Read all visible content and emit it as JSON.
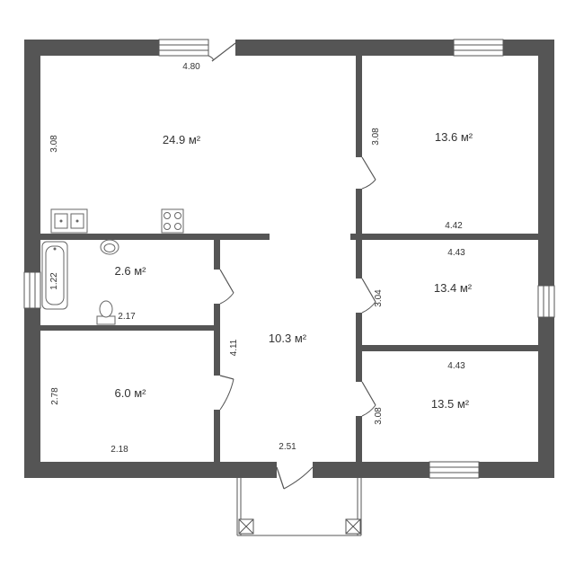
{
  "rooms": [
    {
      "id": "living",
      "area": "24.9 м²",
      "width": "4.80",
      "height": "3.08"
    },
    {
      "id": "bedroom-ne",
      "area": "13.6 м²",
      "width": "4.42",
      "height": "3.08"
    },
    {
      "id": "bath",
      "area": "2.6 м²",
      "width": "2.17",
      "height": "1.22"
    },
    {
      "id": "hall",
      "area": "10.3 м²",
      "width": "2.51",
      "height": "4.11"
    },
    {
      "id": "room-e",
      "area": "13.4 м²",
      "width": "4.43",
      "height": "3.04"
    },
    {
      "id": "room-sw",
      "area": "6.0 м²",
      "width": "2.18",
      "height": "2.78"
    },
    {
      "id": "room-se",
      "area": "13.5 м²",
      "width": "4.43",
      "height": "3.08"
    }
  ]
}
